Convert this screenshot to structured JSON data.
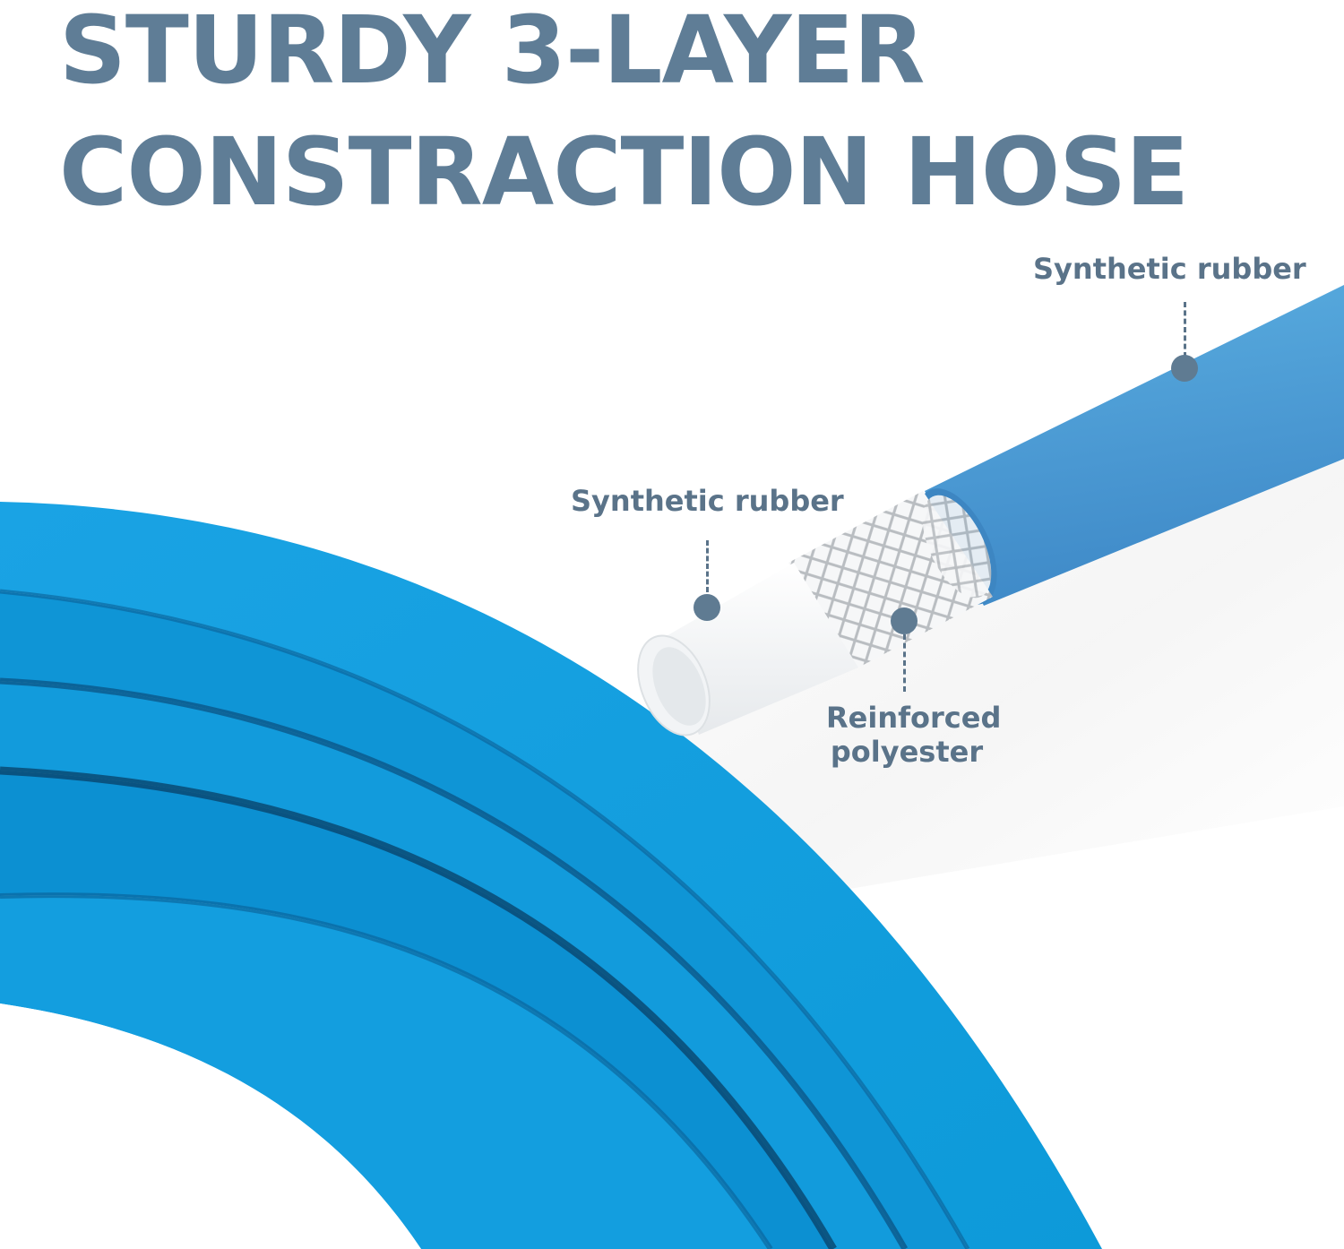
{
  "headline": {
    "line1": "STURDY 3-LAYER",
    "line2": "CONSTRACTION HOSE"
  },
  "callouts": {
    "outer_layer": "Synthetic rubber",
    "inner_layer": "Synthetic rubber",
    "middle_layer_line1": "Reinforced",
    "middle_layer_line2": "polyester"
  },
  "colors": {
    "headline": "#5f7d96",
    "label": "#5a7389",
    "hose_blue": "#12a0e0",
    "outer_layer_blue": "#4a9fd6",
    "inner_tube": "#f4f6f8",
    "mesh": "#b8bcc0",
    "callout_dot": "#5f7b92"
  }
}
